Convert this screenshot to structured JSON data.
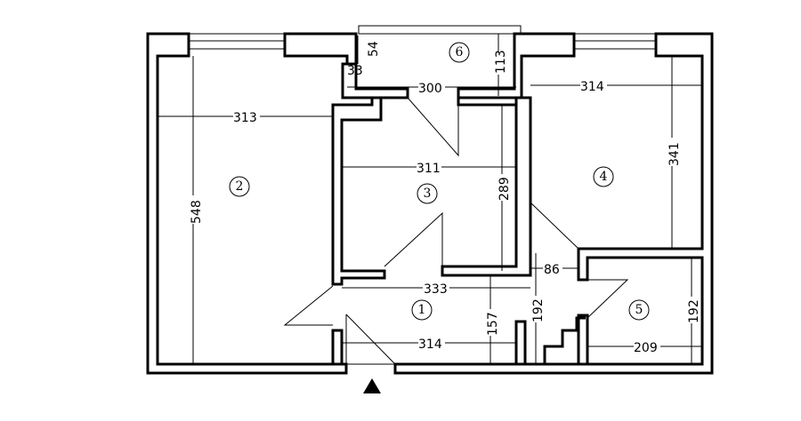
{
  "plan": {
    "rooms": [
      {
        "number": "1"
      },
      {
        "number": "2"
      },
      {
        "number": "3"
      },
      {
        "number": "4"
      },
      {
        "number": "5"
      },
      {
        "number": "6"
      }
    ],
    "dimensions": {
      "room2_width": "313",
      "room2_length": "548",
      "room6_width": "300",
      "room6_step_width": "33",
      "room6_step_depth": "54",
      "room6_depth": "113",
      "room3_width": "311",
      "room3_length": "289",
      "room4_width": "314",
      "room4_length": "341",
      "corridor_width": "86",
      "hall_width_top": "333",
      "hall_depth": "157",
      "hall_side_depth": "192",
      "hall_width_bottom": "314",
      "room5_depth": "192",
      "room5_width": "209"
    },
    "entrance_marker": "triangle-up"
  }
}
